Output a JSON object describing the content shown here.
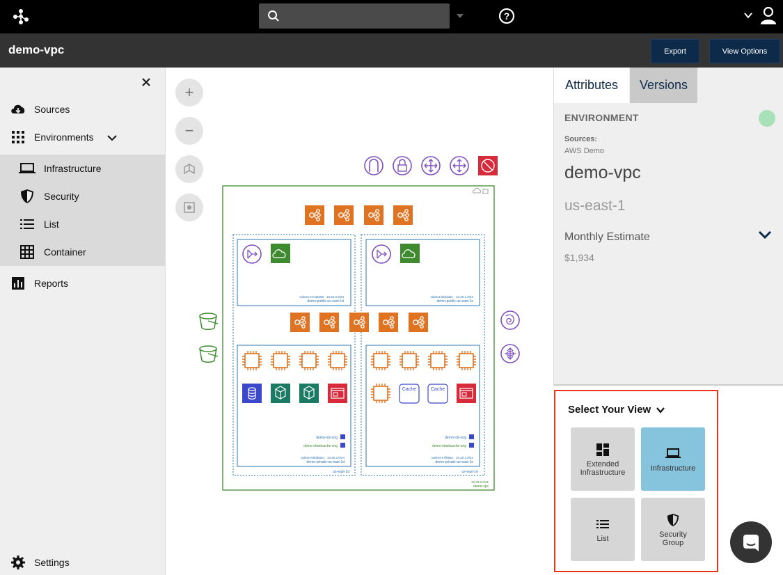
{
  "topbar": {
    "logo_icon": "network-logo-icon",
    "search_placeholder": "",
    "help_icon": "help-circle-icon",
    "user_icon": "user-icon"
  },
  "titlebar": {
    "title": "demo-vpc",
    "export_label": "Export",
    "view_options_label": "View Options"
  },
  "sidebar": {
    "items": [
      {
        "label": "Sources",
        "icon": "cloud-download-icon"
      },
      {
        "label": "Environments",
        "icon": "grid-icon"
      },
      {
        "label": "Infrastructure",
        "icon": "laptop-icon"
      },
      {
        "label": "Security",
        "icon": "shield-icon"
      },
      {
        "label": "List",
        "icon": "list-icon"
      },
      {
        "label": "Container",
        "icon": "table-icon"
      },
      {
        "label": "Reports",
        "icon": "bar-chart-icon"
      },
      {
        "label": "Settings",
        "icon": "gear-icon"
      }
    ]
  },
  "canvas": {
    "zoom_in": "+",
    "zoom_out": "−",
    "subnets": {
      "public_1d_id": "subnet-27ca8289 · 10.20.0.0/24",
      "public_1d_name": "demo-public-us-east-1d",
      "public_1e_id": "subnet-b2b2b81 · 10.20.1.0/24",
      "public_1e_name": "demo-public-us-east-1e",
      "private_1d_id": "subnet-55fab654 · 10.20.3.0/24",
      "private_1d_name": "demo-private-us-east-1d",
      "private_1e_id": "subnet-e7f88a2 · 10.20.4.0/24",
      "private_1e_name": "demo-private-us-east-1e",
      "rds_sng": "demo-rds-sng",
      "elasticache_sng": "demo-elasticache-sng",
      "az_1d": "us-east-1d",
      "az_1e": "us-east-1e",
      "vpc_cidr": "10.20.0.0/21",
      "vpc_name": "demo-vpc",
      "cache_label": "Cache"
    }
  },
  "right_panel": {
    "tab_attributes": "Attributes",
    "tab_versions": "Versions",
    "environment_label": "ENVIRONMENT",
    "sources_label": "Sources:",
    "sources_value": "AWS Demo",
    "env_name": "demo-vpc",
    "region": "us-east-1",
    "estimate_label": "Monthly Estimate",
    "estimate_value": "$1,934"
  },
  "view_selector": {
    "title": "Select Your View",
    "options": [
      {
        "label": "Extended Infrastructure",
        "icon": "dashboard-icon"
      },
      {
        "label": "Infrastructure",
        "icon": "laptop-icon"
      },
      {
        "label": "List",
        "icon": "list-icon"
      },
      {
        "label": "Security Group",
        "icon": "shield-icon"
      }
    ],
    "selected": "Infrastructure"
  },
  "colors": {
    "orange": "#e07321",
    "purple": "#7e4fc0",
    "green": "#3d8b2e",
    "blue": "#2b73b0",
    "red": "#d72b3c",
    "teal": "#1a7a63",
    "navy": "#3b48cc"
  }
}
